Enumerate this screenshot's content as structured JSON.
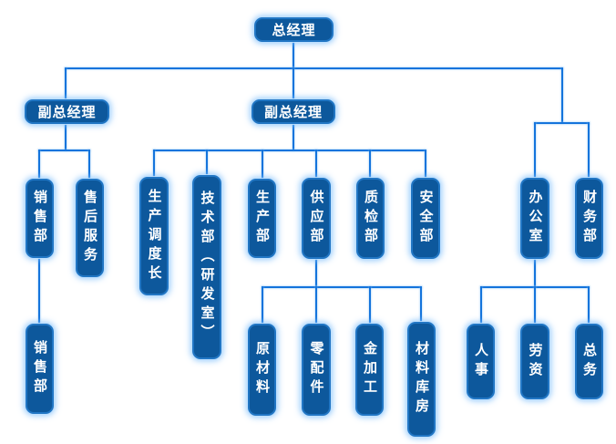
{
  "colors": {
    "node_fill": "#0d589c",
    "node_border": "#2176c4",
    "node_text": "#ffffff",
    "connector": "#1474dc",
    "background": "#ffffff"
  },
  "nodes": {
    "general_manager": "总经理",
    "deputy_gm_left": "副总经理",
    "deputy_gm_mid": "副总经理",
    "sales_dept": "销售部",
    "after_sales_service": "售后服务",
    "production_dispatch_chief": "生产调度长",
    "tech_dept_rd_office": "技术部（研发室）",
    "production_dept": "生产部",
    "supply_dept": "供应部",
    "quality_inspection_dept": "质检部",
    "safety_dept": "安全部",
    "office": "办公室",
    "finance_dept": "财务部",
    "sales_dept_sub": "销售部",
    "raw_materials": "原材料",
    "spare_parts": "零配件",
    "metal_processing": "金加工",
    "materials_warehouse": "材料库房",
    "personnel": "人事",
    "labor_wages": "劳资",
    "general_affairs": "总务"
  },
  "hierarchy": {
    "label": "总经理",
    "children": [
      {
        "label": "副总经理",
        "children": [
          {
            "label": "销售部",
            "children": [
              {
                "label": "销售部"
              }
            ]
          },
          {
            "label": "售后服务"
          }
        ]
      },
      {
        "label": "副总经理",
        "children": [
          {
            "label": "生产调度长"
          },
          {
            "label": "技术部（研发室）"
          },
          {
            "label": "生产部"
          },
          {
            "label": "供应部",
            "children": [
              {
                "label": "原材料"
              },
              {
                "label": "零配件"
              },
              {
                "label": "金加工"
              },
              {
                "label": "材料库房"
              }
            ]
          },
          {
            "label": "质检部"
          },
          {
            "label": "安全部"
          }
        ]
      },
      {
        "label": "办公室",
        "children": [
          {
            "label": "人事"
          },
          {
            "label": "劳资"
          },
          {
            "label": "总务"
          }
        ]
      },
      {
        "label": "财务部"
      }
    ]
  }
}
